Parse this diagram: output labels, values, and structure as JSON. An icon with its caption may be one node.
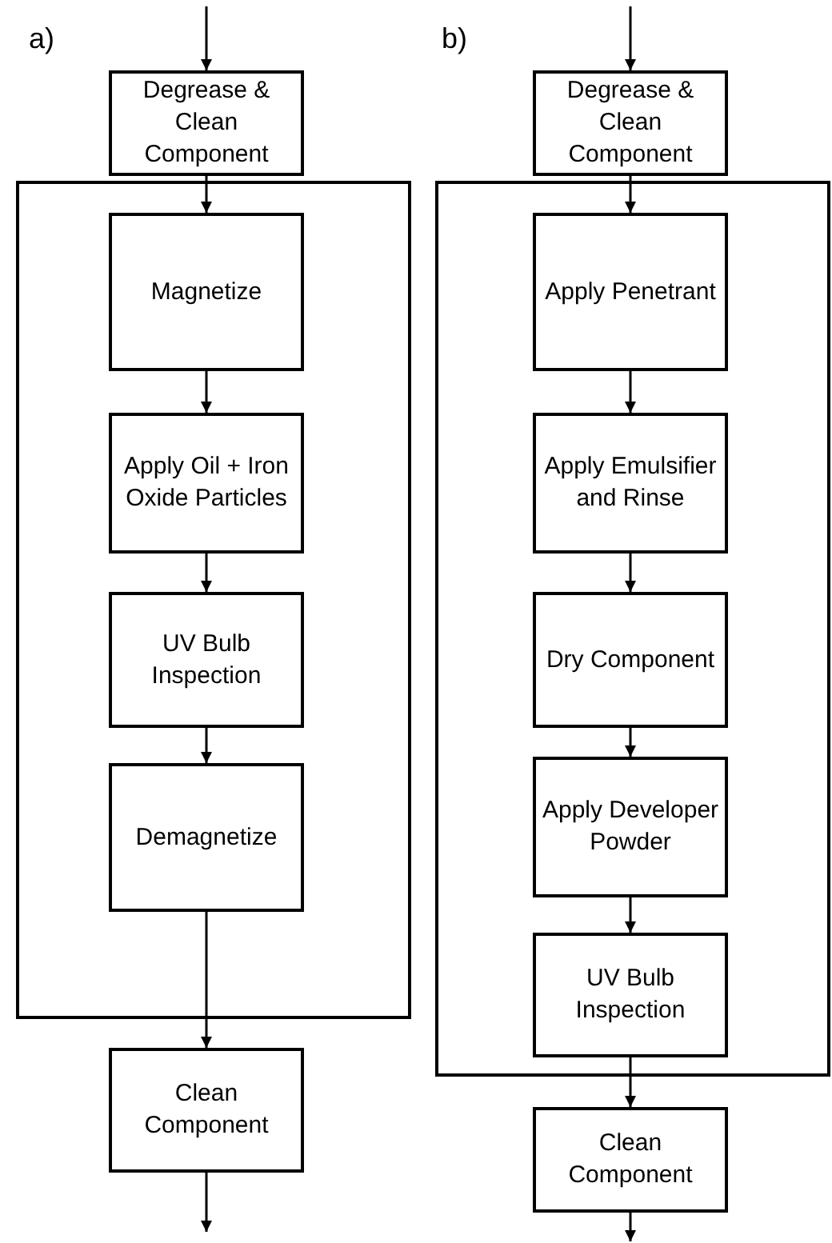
{
  "diagram": {
    "nodes": [
      {
        "text": [
          "Degrease & Clean Component"
        ]
      },
      {
        "text": [],
        "shape": "box"
      },
      {
        "text": [
          "Magnetize"
        ],
        "in": 1
      },
      {
        "text": [
          "Apply Oil + Iron Oxide Particles"
        ],
        "in": 1
      },
      {
        "text": [
          "UV Bulb Inspection"
        ],
        "in": 1
      },
      {
        "text": [
          "Demagnetize"
        ],
        "in": 1
      },
      {
        "text": [
          "Clean Component"
        ]
      },
      {
        "text": [
          "Degrease & Clean Component"
        ]
      },
      {
        "text": [],
        "shape": "box"
      },
      {
        "text": [
          "Apply Penetrant"
        ],
        "in": 8
      },
      {
        "text": [
          "Apply Emulsifier and Rinse"
        ],
        "in": 8
      },
      {
        "text": [
          "Dry Component"
        ],
        "in": 8
      },
      {
        "text": [
          "Apply Developer Powder"
        ],
        "in": 8
      },
      {
        "text": [
          "UV Bulb Inspection"
        ],
        "in": 8
      },
      {
        "text": [
          "Clean Component"
        ]
      }
    ],
    "edges": [
      {
        "from": null,
        "to": 0,
        "arrow": "to"
      },
      {
        "from": 0,
        "to": 2,
        "arrow": "to"
      },
      {
        "from": 2,
        "to": 3,
        "arrow": "to"
      },
      {
        "from": 3,
        "to": 4,
        "arrow": "to"
      },
      {
        "from": 4,
        "to": 5,
        "arrow": "to"
      },
      {
        "from": 5,
        "to": 6,
        "arrow": "to"
      },
      {
        "from": 6,
        "to": null,
        "arrow": "to"
      },
      {
        "from": null,
        "to": 7,
        "arrow": "to"
      },
      {
        "from": 7,
        "to": 9,
        "arrow": "to"
      },
      {
        "from": 9,
        "to": 10,
        "arrow": "to"
      },
      {
        "from": 10,
        "to": 11,
        "arrow": "to"
      },
      {
        "from": 11,
        "to": 12,
        "arrow": "to"
      },
      {
        "from": 12,
        "to": 13,
        "arrow": "to"
      },
      {
        "from": 13,
        "to": 14,
        "arrow": "to"
      },
      {
        "from": 14,
        "to": null,
        "arrow": "to"
      }
    ],
    "labels": [
      "a)",
      "b)"
    ]
  }
}
